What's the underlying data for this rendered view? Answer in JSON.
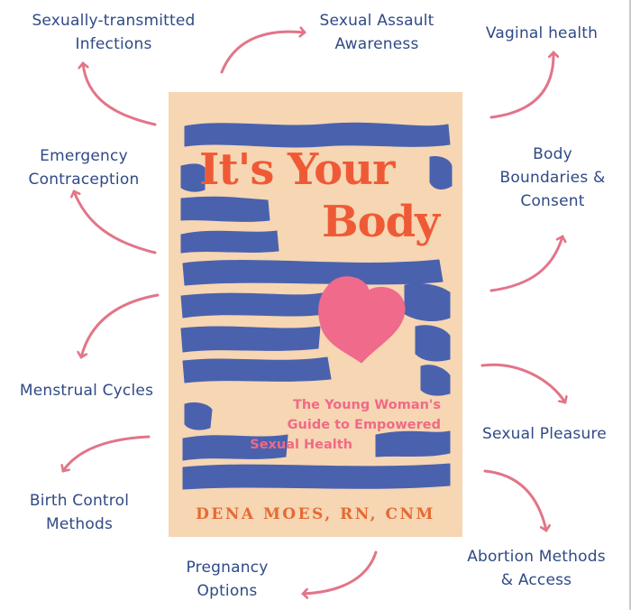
{
  "colors": {
    "topic_text": "#2f4a86",
    "arrow": "#e27588",
    "book_background": "#f6d6b3",
    "book_stripes": "#4a62ad",
    "title": "#ef5a36",
    "heart": "#f06a8c",
    "subtitle": "#f06a86",
    "author": "#e56a33"
  },
  "book": {
    "title_line1": "It's Your",
    "title_line2": "Body",
    "subtitle_line1": "The Young Woman's",
    "subtitle_line2": "Guide to Empowered",
    "subtitle_line3": "Sexual Health",
    "author": "DENA MOES, RN, CNM"
  },
  "topics": {
    "sti": {
      "line1": "Sexually-transmitted",
      "line2": "Infections"
    },
    "assault": {
      "line1": "Sexual Assault",
      "line2": "Awareness"
    },
    "vaginal": {
      "line1": "Vaginal health"
    },
    "emergency": {
      "line1": "Emergency",
      "line2": "Contraception"
    },
    "boundaries": {
      "line1": "Body",
      "line2": "Boundaries &",
      "line3": "Consent"
    },
    "menstrual": {
      "line1": "Menstrual Cycles"
    },
    "pleasure": {
      "line1": "Sexual Pleasure"
    },
    "birth_control": {
      "line1": "Birth Control",
      "line2": "Methods"
    },
    "abortion": {
      "line1": "Abortion Methods",
      "line2": "& Access"
    },
    "pregnancy": {
      "line1": "Pregnancy",
      "line2": "Options"
    }
  }
}
